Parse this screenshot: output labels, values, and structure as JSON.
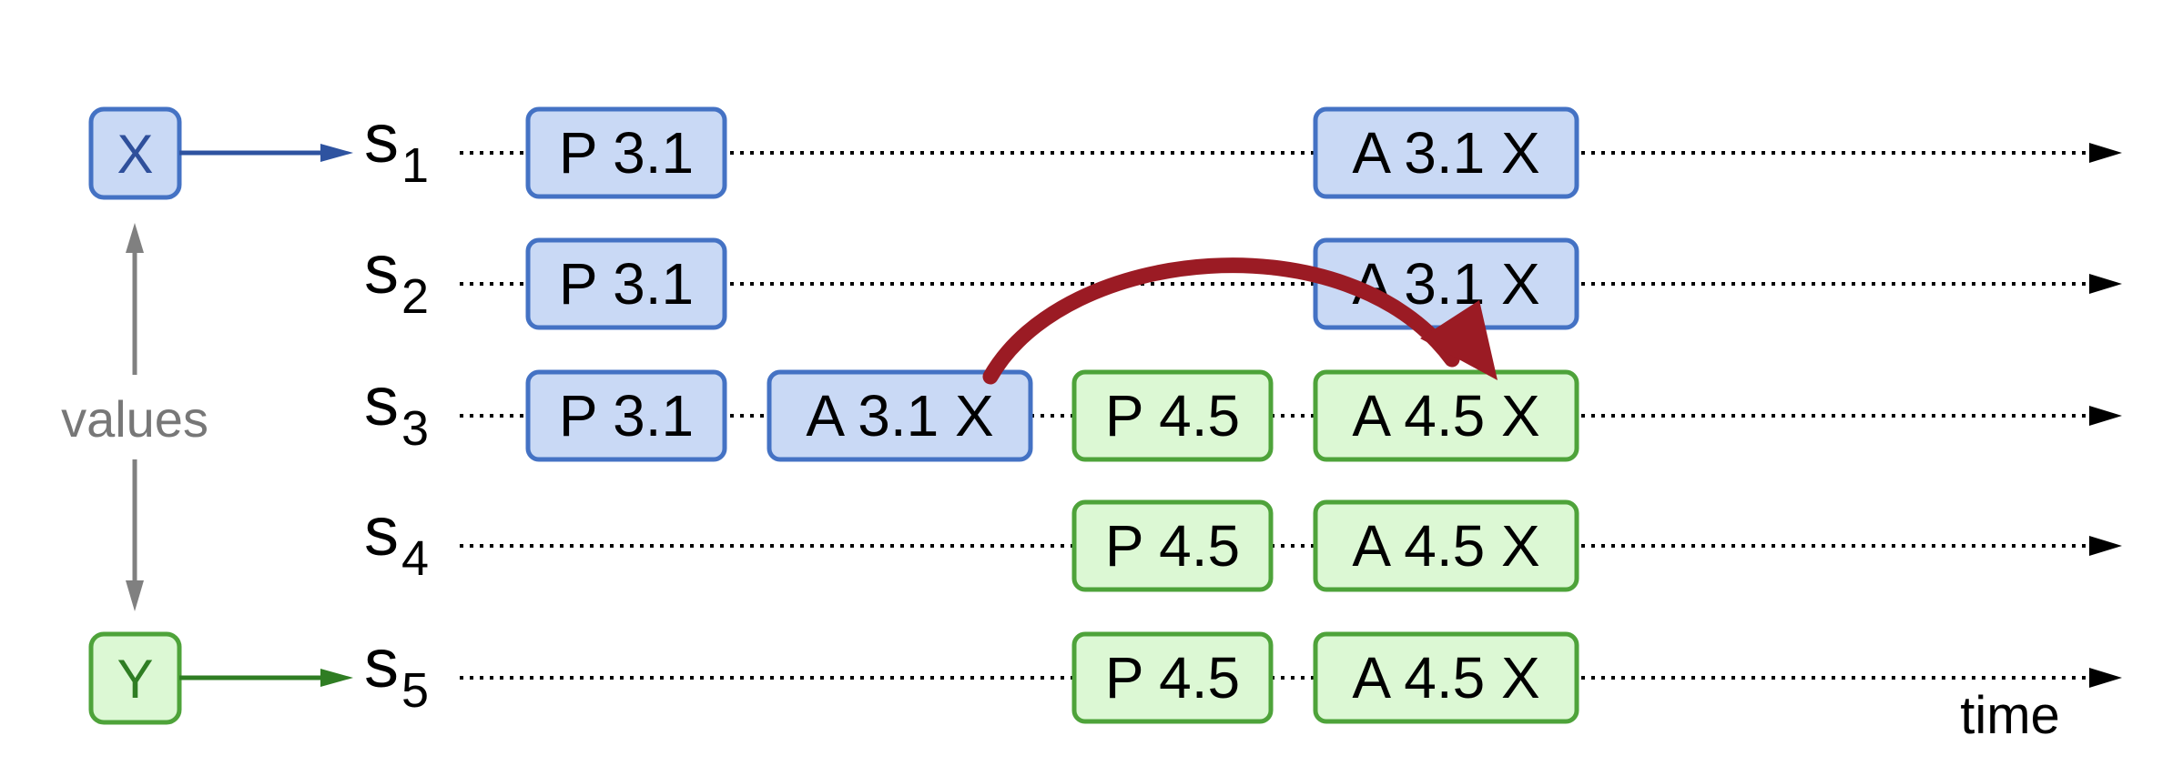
{
  "colors": {
    "blue_fill": "#c9d9f5",
    "blue_stroke": "#4472c4",
    "green_fill": "#dcf8d4",
    "green_stroke": "#4ea33a",
    "red_arrow": "#9b1b24",
    "gray_arrow": "#808080",
    "x_arrow": "#2e53a0",
    "y_arrow": "#2f7d23",
    "x_text": "#2e4f9b",
    "y_text": "#2f7d23"
  },
  "value_nodes": [
    {
      "id": "x",
      "label": "X",
      "color": "blue"
    },
    {
      "id": "y",
      "label": "Y",
      "color": "green"
    }
  ],
  "values_label": "values",
  "servers": [
    {
      "main": "s",
      "sub": "1"
    },
    {
      "main": "s",
      "sub": "2"
    },
    {
      "main": "s",
      "sub": "3"
    },
    {
      "main": "s",
      "sub": "4"
    },
    {
      "main": "s",
      "sub": "5"
    }
  ],
  "messages": [
    {
      "server": 0,
      "slot": "p1",
      "label": "P 3.1",
      "color": "blue"
    },
    {
      "server": 0,
      "slot": "a2",
      "label": "A 3.1 X",
      "color": "blue"
    },
    {
      "server": 1,
      "slot": "p1",
      "label": "P 3.1",
      "color": "blue"
    },
    {
      "server": 1,
      "slot": "a2",
      "label": "A 3.1 X",
      "color": "blue"
    },
    {
      "server": 2,
      "slot": "p1",
      "label": "P 3.1",
      "color": "blue"
    },
    {
      "server": 2,
      "slot": "a1",
      "label": "A 3.1 X",
      "color": "blue"
    },
    {
      "server": 2,
      "slot": "p2",
      "label": "P 4.5",
      "color": "green"
    },
    {
      "server": 2,
      "slot": "a2",
      "label": "A 4.5 X",
      "color": "green"
    },
    {
      "server": 3,
      "slot": "p2",
      "label": "P 4.5",
      "color": "green"
    },
    {
      "server": 3,
      "slot": "a2",
      "label": "A 4.5 X",
      "color": "green"
    },
    {
      "server": 4,
      "slot": "p2",
      "label": "P 4.5",
      "color": "green"
    },
    {
      "server": 4,
      "slot": "a2",
      "label": "A 4.5 X",
      "color": "green"
    }
  ],
  "time_label": "time"
}
